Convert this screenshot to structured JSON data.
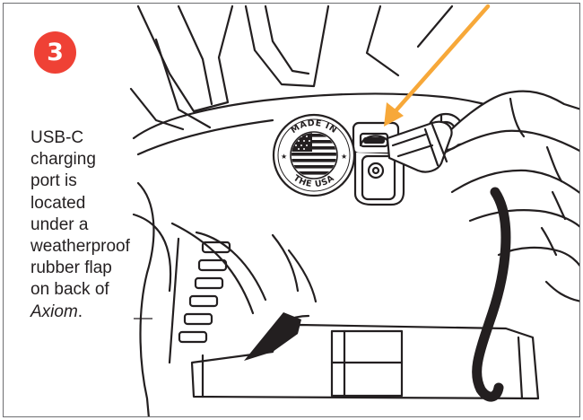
{
  "step": {
    "number": "3"
  },
  "caption": {
    "lines": [
      "USB-C",
      "charging",
      "port is",
      "located",
      "under a",
      "weatherproof",
      "rubber flap",
      "on back of"
    ],
    "product_name": "Axiom",
    "trailing_punctuation": "."
  },
  "stamp": {
    "top_text": "MADE IN",
    "bottom_text": "THE USA",
    "icon": "usa-flag-icon"
  },
  "colors": {
    "badge": "#ef4135",
    "arrow": "#f7a839",
    "line_art": "#231f20",
    "border": "#6d6e71"
  }
}
